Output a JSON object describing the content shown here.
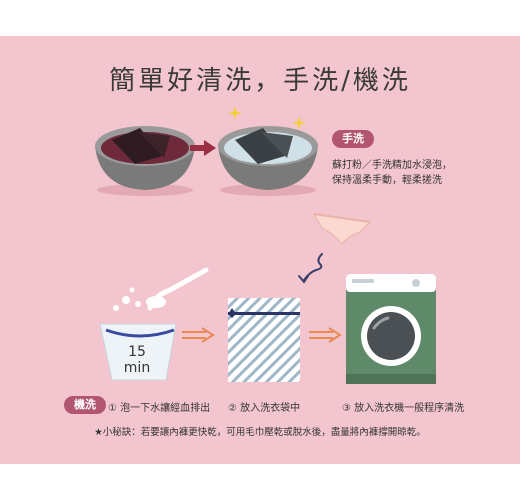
{
  "title": "簡單好清洗，手洗/機洗",
  "hand_wash": {
    "badge": "手洗",
    "line1": "蘇打粉／手洗精加水浸泡，",
    "line2": "保持溫柔手動，輕柔搓洗"
  },
  "machine_wash": {
    "badge": "機洗",
    "timer_number": "15",
    "timer_unit": "min",
    "steps": [
      "① 泡一下水讓經血排出",
      "② 放入洗衣袋中",
      "③ 放入洗衣機一般程序清洗"
    ]
  },
  "tip": "★小秘訣：若要讓內褲更快乾，可用毛巾壓乾或脫水後，盡量將內褲撐開晾乾。",
  "colors": {
    "panel": "#f3c6cf",
    "badge": "#b25570",
    "washer_body": "#5f8a6a",
    "arrow_hand": "#9a2f44",
    "arrow_machine": "#e98a55"
  }
}
